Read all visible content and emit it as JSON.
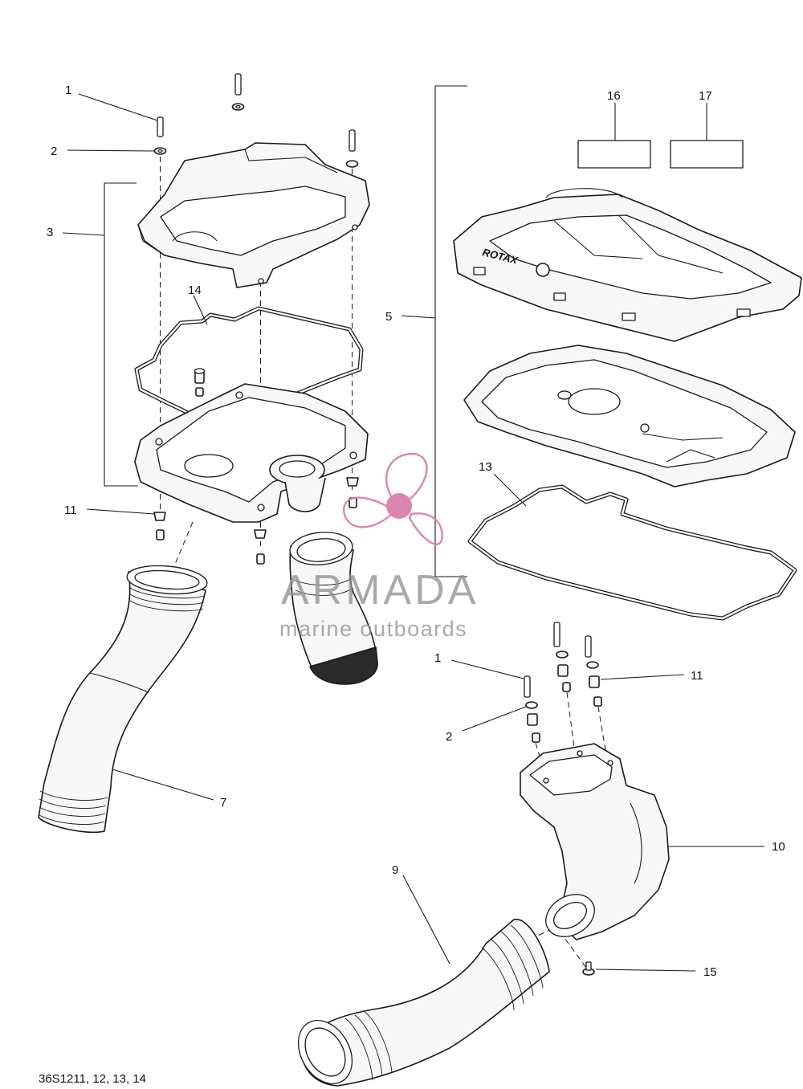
{
  "diagram": {
    "callouts": [
      {
        "id": "c1a",
        "label": "1"
      },
      {
        "id": "c2a",
        "label": "2"
      },
      {
        "id": "c3",
        "label": "3"
      },
      {
        "id": "c14",
        "label": "14"
      },
      {
        "id": "c11a",
        "label": "11"
      },
      {
        "id": "c7",
        "label": "7"
      },
      {
        "id": "c5",
        "label": "5"
      },
      {
        "id": "c16",
        "label": "16"
      },
      {
        "id": "c17",
        "label": "17"
      },
      {
        "id": "c13",
        "label": "13"
      },
      {
        "id": "c1b",
        "label": "1"
      },
      {
        "id": "c2b",
        "label": "2"
      },
      {
        "id": "c11b",
        "label": "11"
      },
      {
        "id": "c10",
        "label": "10"
      },
      {
        "id": "c9",
        "label": "9"
      },
      {
        "id": "c15",
        "label": "15"
      }
    ],
    "cover_logo_text": "ROTAX",
    "footer_code": "36S1211, 12, 13, 14"
  },
  "watermark": {
    "brand": "ARMADA",
    "tagline": "marine outboards",
    "color": "#d87aa8"
  }
}
